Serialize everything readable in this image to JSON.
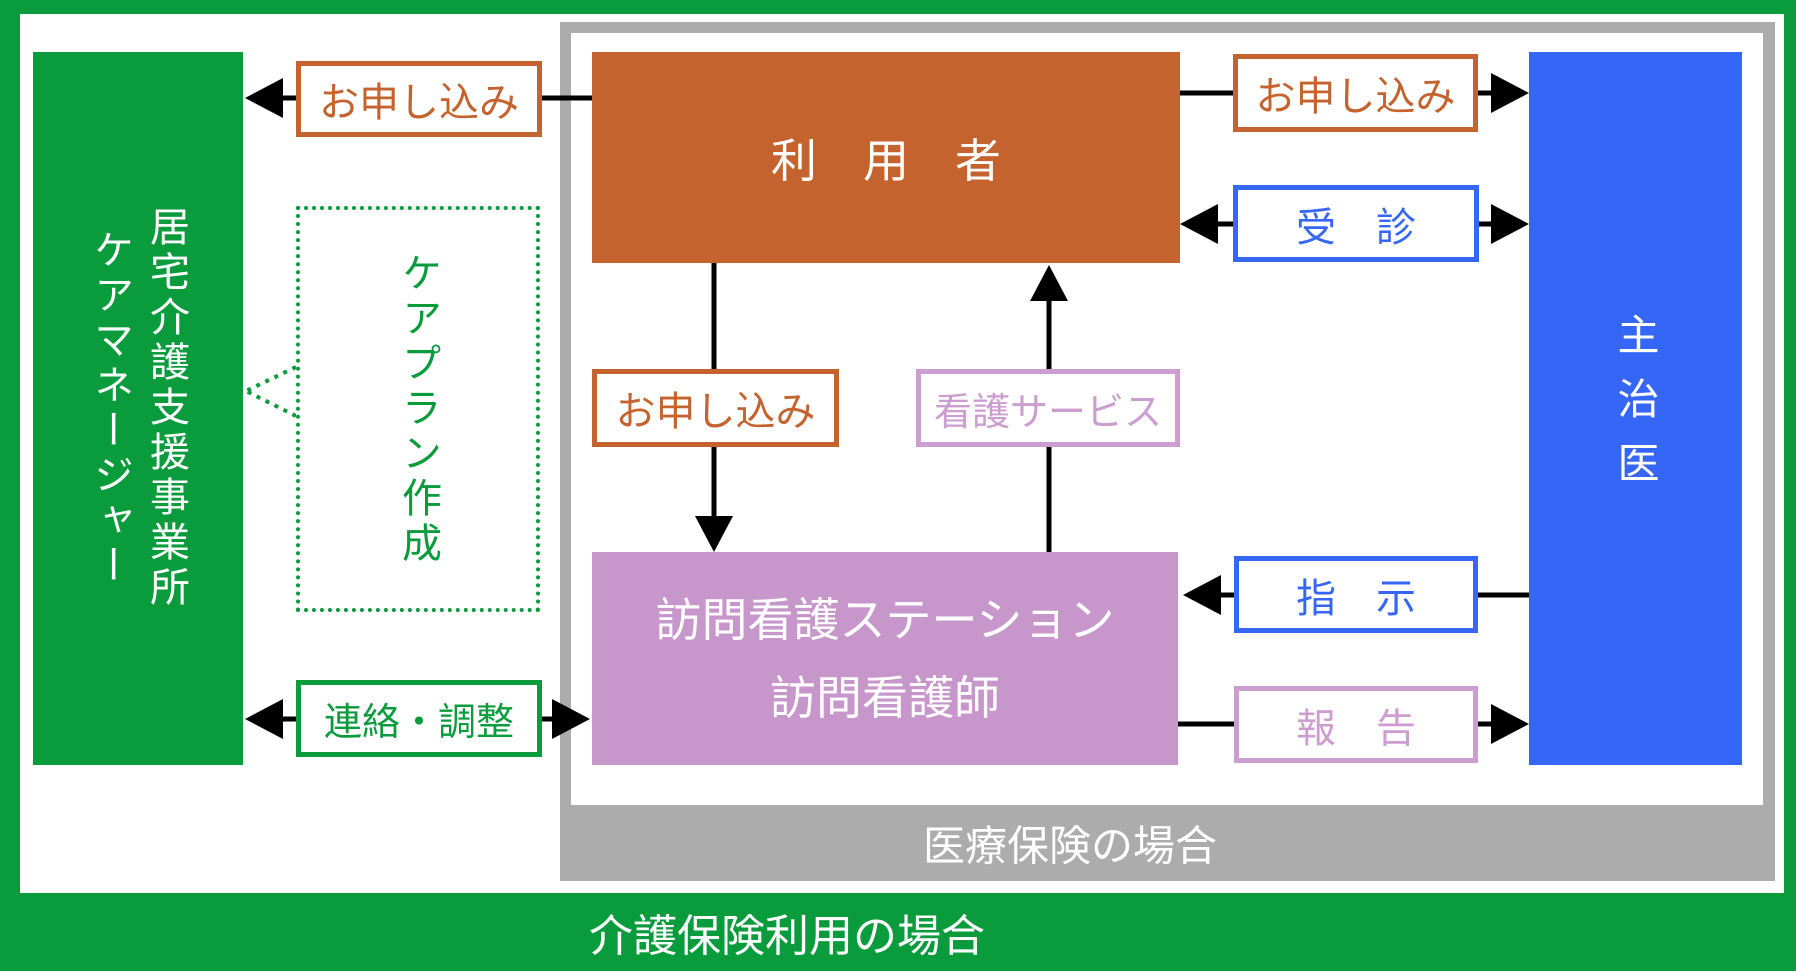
{
  "diagram_title_implied": "",
  "colors": {
    "green": "#0a9b3c",
    "orange": "#c4632d",
    "blue": "#3666f5",
    "purple_fill": "#c796cb",
    "pink_accent": "#cc9ecf",
    "gray": "#acacac",
    "arrow_black": "#000000",
    "white": "#ffffff"
  },
  "boxes": {
    "care_office": {
      "line1": "居宅介護支援事業所",
      "line2": "ケアマネージャー"
    },
    "care_plan": {
      "label": "ケアプラン作成"
    },
    "user": {
      "label": "利　用　者"
    },
    "station": {
      "line1": "訪問看護ステーション",
      "line2": "訪問看護師"
    },
    "doctor": {
      "label": "主治医"
    }
  },
  "labels": {
    "apply_top_left": "お申し込み",
    "apply_top_right": "お申し込み",
    "consult": "受　診",
    "apply_mid": "お申し込み",
    "nursing_service": "看護サービス",
    "instruction": "指　示",
    "report": "報　告",
    "contact": "連絡・調整"
  },
  "bands": {
    "medical_insurance": "医療保険の場合",
    "care_insurance": "介護保険利用の場合"
  }
}
